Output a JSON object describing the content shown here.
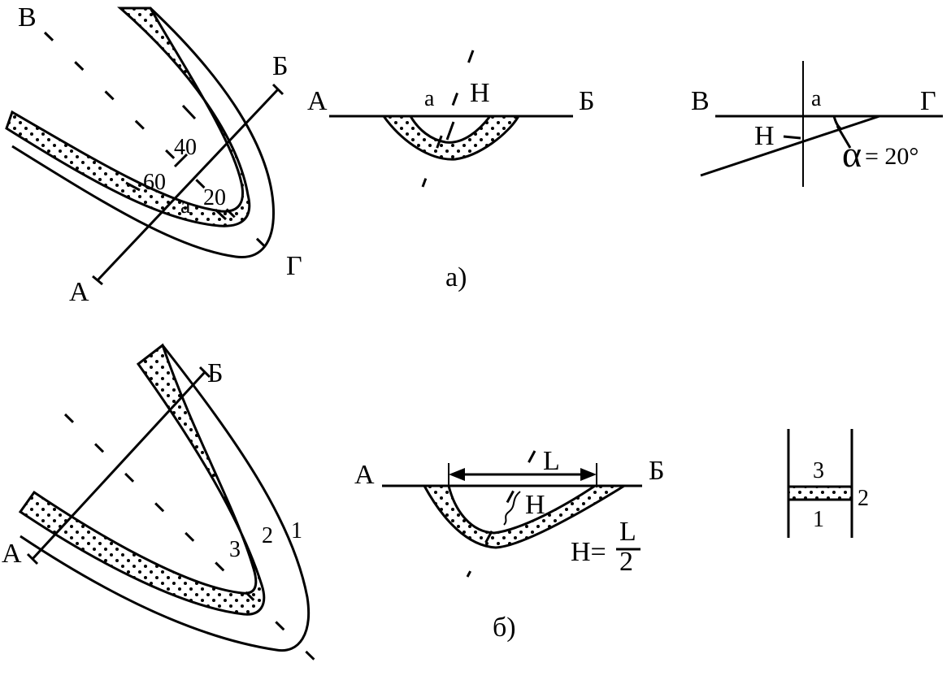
{
  "figure_a": {
    "map": {
      "labels": {
        "A": "А",
        "B": "Б",
        "V": "В",
        "G": "Г",
        "a": "а"
      },
      "dips": [
        "40",
        "60",
        "20"
      ]
    },
    "section_ab": {
      "left": "А",
      "right": "Б",
      "a": "а",
      "H": "Н"
    },
    "section_vg": {
      "left": "В",
      "right": "Г",
      "a": "а",
      "H": "Н",
      "alpha": "α",
      "alpha_value": "= 20°"
    },
    "caption": "а)"
  },
  "figure_b": {
    "map": {
      "labels": {
        "A": "А",
        "B": "Б"
      },
      "layers": [
        "3",
        "2",
        "1"
      ]
    },
    "section_ab": {
      "left": "А",
      "right": "Б",
      "L": "L",
      "H": "Н",
      "formula_left": "Н=",
      "formula_num": "L",
      "formula_den": "2"
    },
    "column": {
      "top": "3",
      "middle": "2",
      "bottom": "1"
    },
    "caption": "б)"
  }
}
